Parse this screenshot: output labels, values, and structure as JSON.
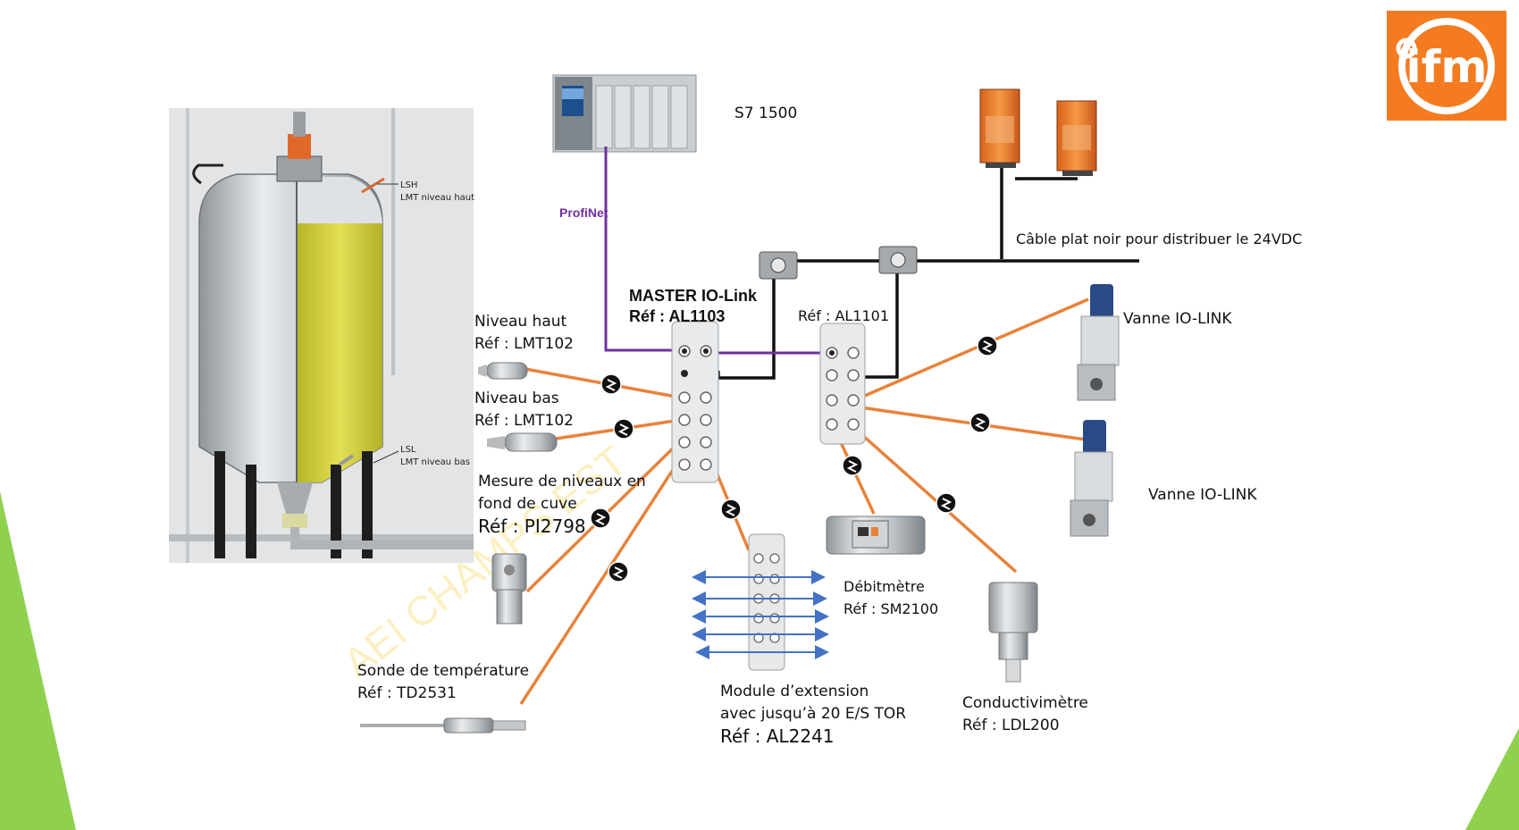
{
  "colors": {
    "profinet_line": "#7030a0",
    "iolink_cable": "#e8823a",
    "power_cable": "#111111",
    "logo_bg": "#f47b20",
    "corner_green": "#8fd14f",
    "arrow_blue": "#4472c4"
  },
  "logo": {
    "icon": "ifm-logo"
  },
  "plc": {
    "label": "S7 1500",
    "icon": "plc-rack"
  },
  "profinet": {
    "label": "ProfiNet"
  },
  "power": {
    "label": "Câble plat noir pour distribuer le 24VDC",
    "icon": "power-supply"
  },
  "master": {
    "line1": "MASTER IO-Link",
    "line2": "Réf : AL1103"
  },
  "second_master": {
    "label": "Réf  :  AL1101"
  },
  "tank": {
    "icon": "tank-illustration",
    "label_top_1": "LSH",
    "label_top_2": "LMT niveau  haut",
    "label_bottom_1": "LSL",
    "label_bottom_2": "LMT niveau bas"
  },
  "devices": {
    "niveau_haut": {
      "line1": "Niveau haut",
      "line2": "Réf : LMT102"
    },
    "niveau_bas": {
      "line1": "Niveau bas",
      "line2": "Réf : LMT102"
    },
    "mesure": {
      "line1": "Mesure de niveaux en",
      "line2": "fond de cuve",
      "line3": "Réf : PI2798"
    },
    "sonde": {
      "line1": "Sonde de température",
      "line2": "Réf : TD2531"
    },
    "module": {
      "line1": "Module d’extension",
      "line2": "avec jusqu’à 20 E/S TOR",
      "line3": "Réf  :  AL2241"
    },
    "debitmetre": {
      "line1": "Débitmètre",
      "line2": "Réf : SM2100"
    },
    "conductivimetre": {
      "line1": "Conductivimètre",
      "line2": "Réf : LDL200"
    },
    "vanne1": {
      "label": "Vanne IO-LINK"
    },
    "vanne2": {
      "label": "Vanne IO-LINK"
    }
  },
  "watermark": {
    "text": "AEI CHAMPS EST"
  }
}
